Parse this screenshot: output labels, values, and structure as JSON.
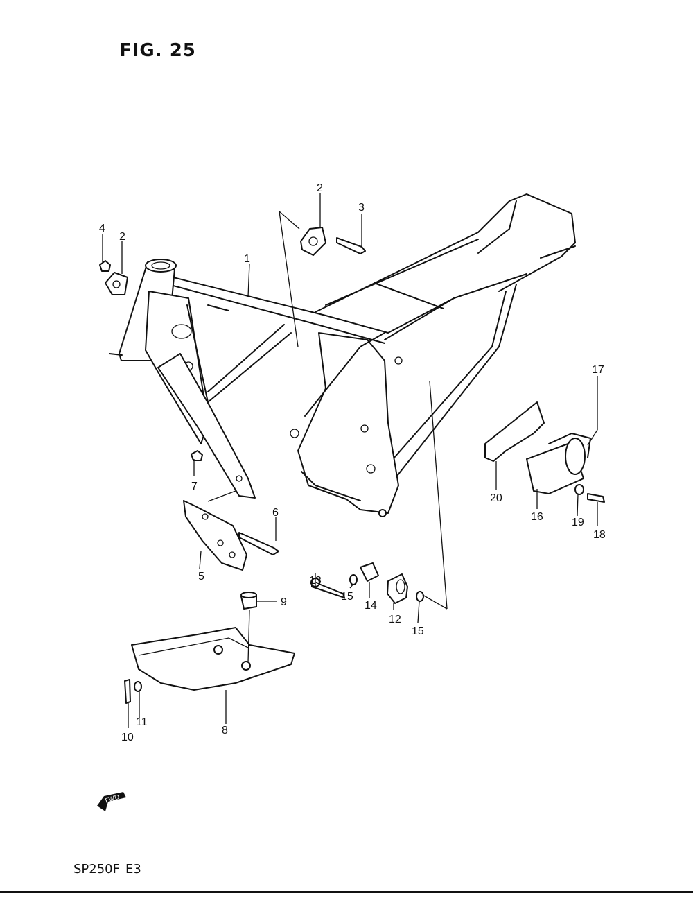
{
  "figure_title": "FIG. 25",
  "model": {
    "code": "SP250F",
    "region": "E3"
  },
  "fwd_label": "FWD",
  "callouts": [
    "1",
    "2",
    "2",
    "3",
    "4",
    "5",
    "6",
    "7",
    "8",
    "9",
    "10",
    "11",
    "12",
    "13",
    "14",
    "15",
    "15",
    "16",
    "17",
    "18",
    "19",
    "20"
  ]
}
